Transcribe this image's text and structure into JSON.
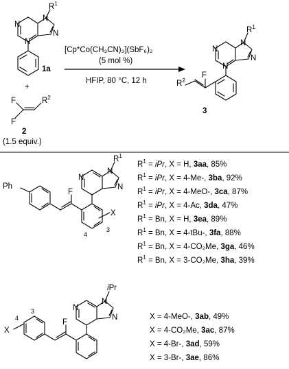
{
  "reaction": {
    "reagent_line1": "[Cp*Co(CH₃CN)₃](SbF₆)₂",
    "reagent_line2": "(5 mol %)",
    "conditions": "HFIP, 80 °C, 12 h",
    "sm1_label": "1a",
    "sm2_label": "2",
    "sm2_equiv": "(1.5 equiv.)",
    "plus": "+",
    "product_label": "3"
  },
  "atoms": {
    "N": "N",
    "F": "F",
    "R1": "R",
    "R1_sup": "1",
    "R2": "R",
    "R2_sup": "2",
    "Ph": "Ph",
    "X": "X",
    "iPr_i": "i",
    "iPr_rest": "Pr",
    "pos3": "3",
    "pos4": "4"
  },
  "scope1": [
    {
      "r1": "iPr",
      "x": "X = H, ",
      "cmpd": "3aa",
      "yield": ", 85%"
    },
    {
      "r1": "iPr",
      "x": "X = 4-Me-, ",
      "cmpd": "3ba",
      "yield": ", 92%"
    },
    {
      "r1": "iPr",
      "x": "X = 4-MeO-, ",
      "cmpd": "3ca",
      "yield": ", 87%"
    },
    {
      "r1": "iPr",
      "x": "X = 4-Ac, ",
      "cmpd": "3da",
      "yield": ", 47%"
    },
    {
      "r1": "Bn",
      "x": "X = H, ",
      "cmpd": "3ea",
      "yield": ", 89%"
    },
    {
      "r1": "Bn",
      "x": "X = 4-tBu-, ",
      "cmpd": "3fa",
      "yield": ", 88%"
    },
    {
      "r1": "Bn",
      "x": "X = 4-CO₂Me, ",
      "cmpd": "3ga",
      "yield": ", 46%"
    },
    {
      "r1": "Bn",
      "x": "X = 3-CO₂Me, ",
      "cmpd": "3ha",
      "yield": ", 39%"
    }
  ],
  "scope2": [
    {
      "x": "X = 4-MeO-, ",
      "cmpd": "3ab",
      "yield": ", 49%"
    },
    {
      "x": "X = 4-CO₂Me, ",
      "cmpd": "3ac",
      "yield": ", 87%"
    },
    {
      "x": "X = 4-Br-, ",
      "cmpd": "3ad",
      "yield": ", 59%"
    },
    {
      "x": "X = 3-Br-, ",
      "cmpd": "3ae",
      "yield": ", 86%"
    }
  ]
}
